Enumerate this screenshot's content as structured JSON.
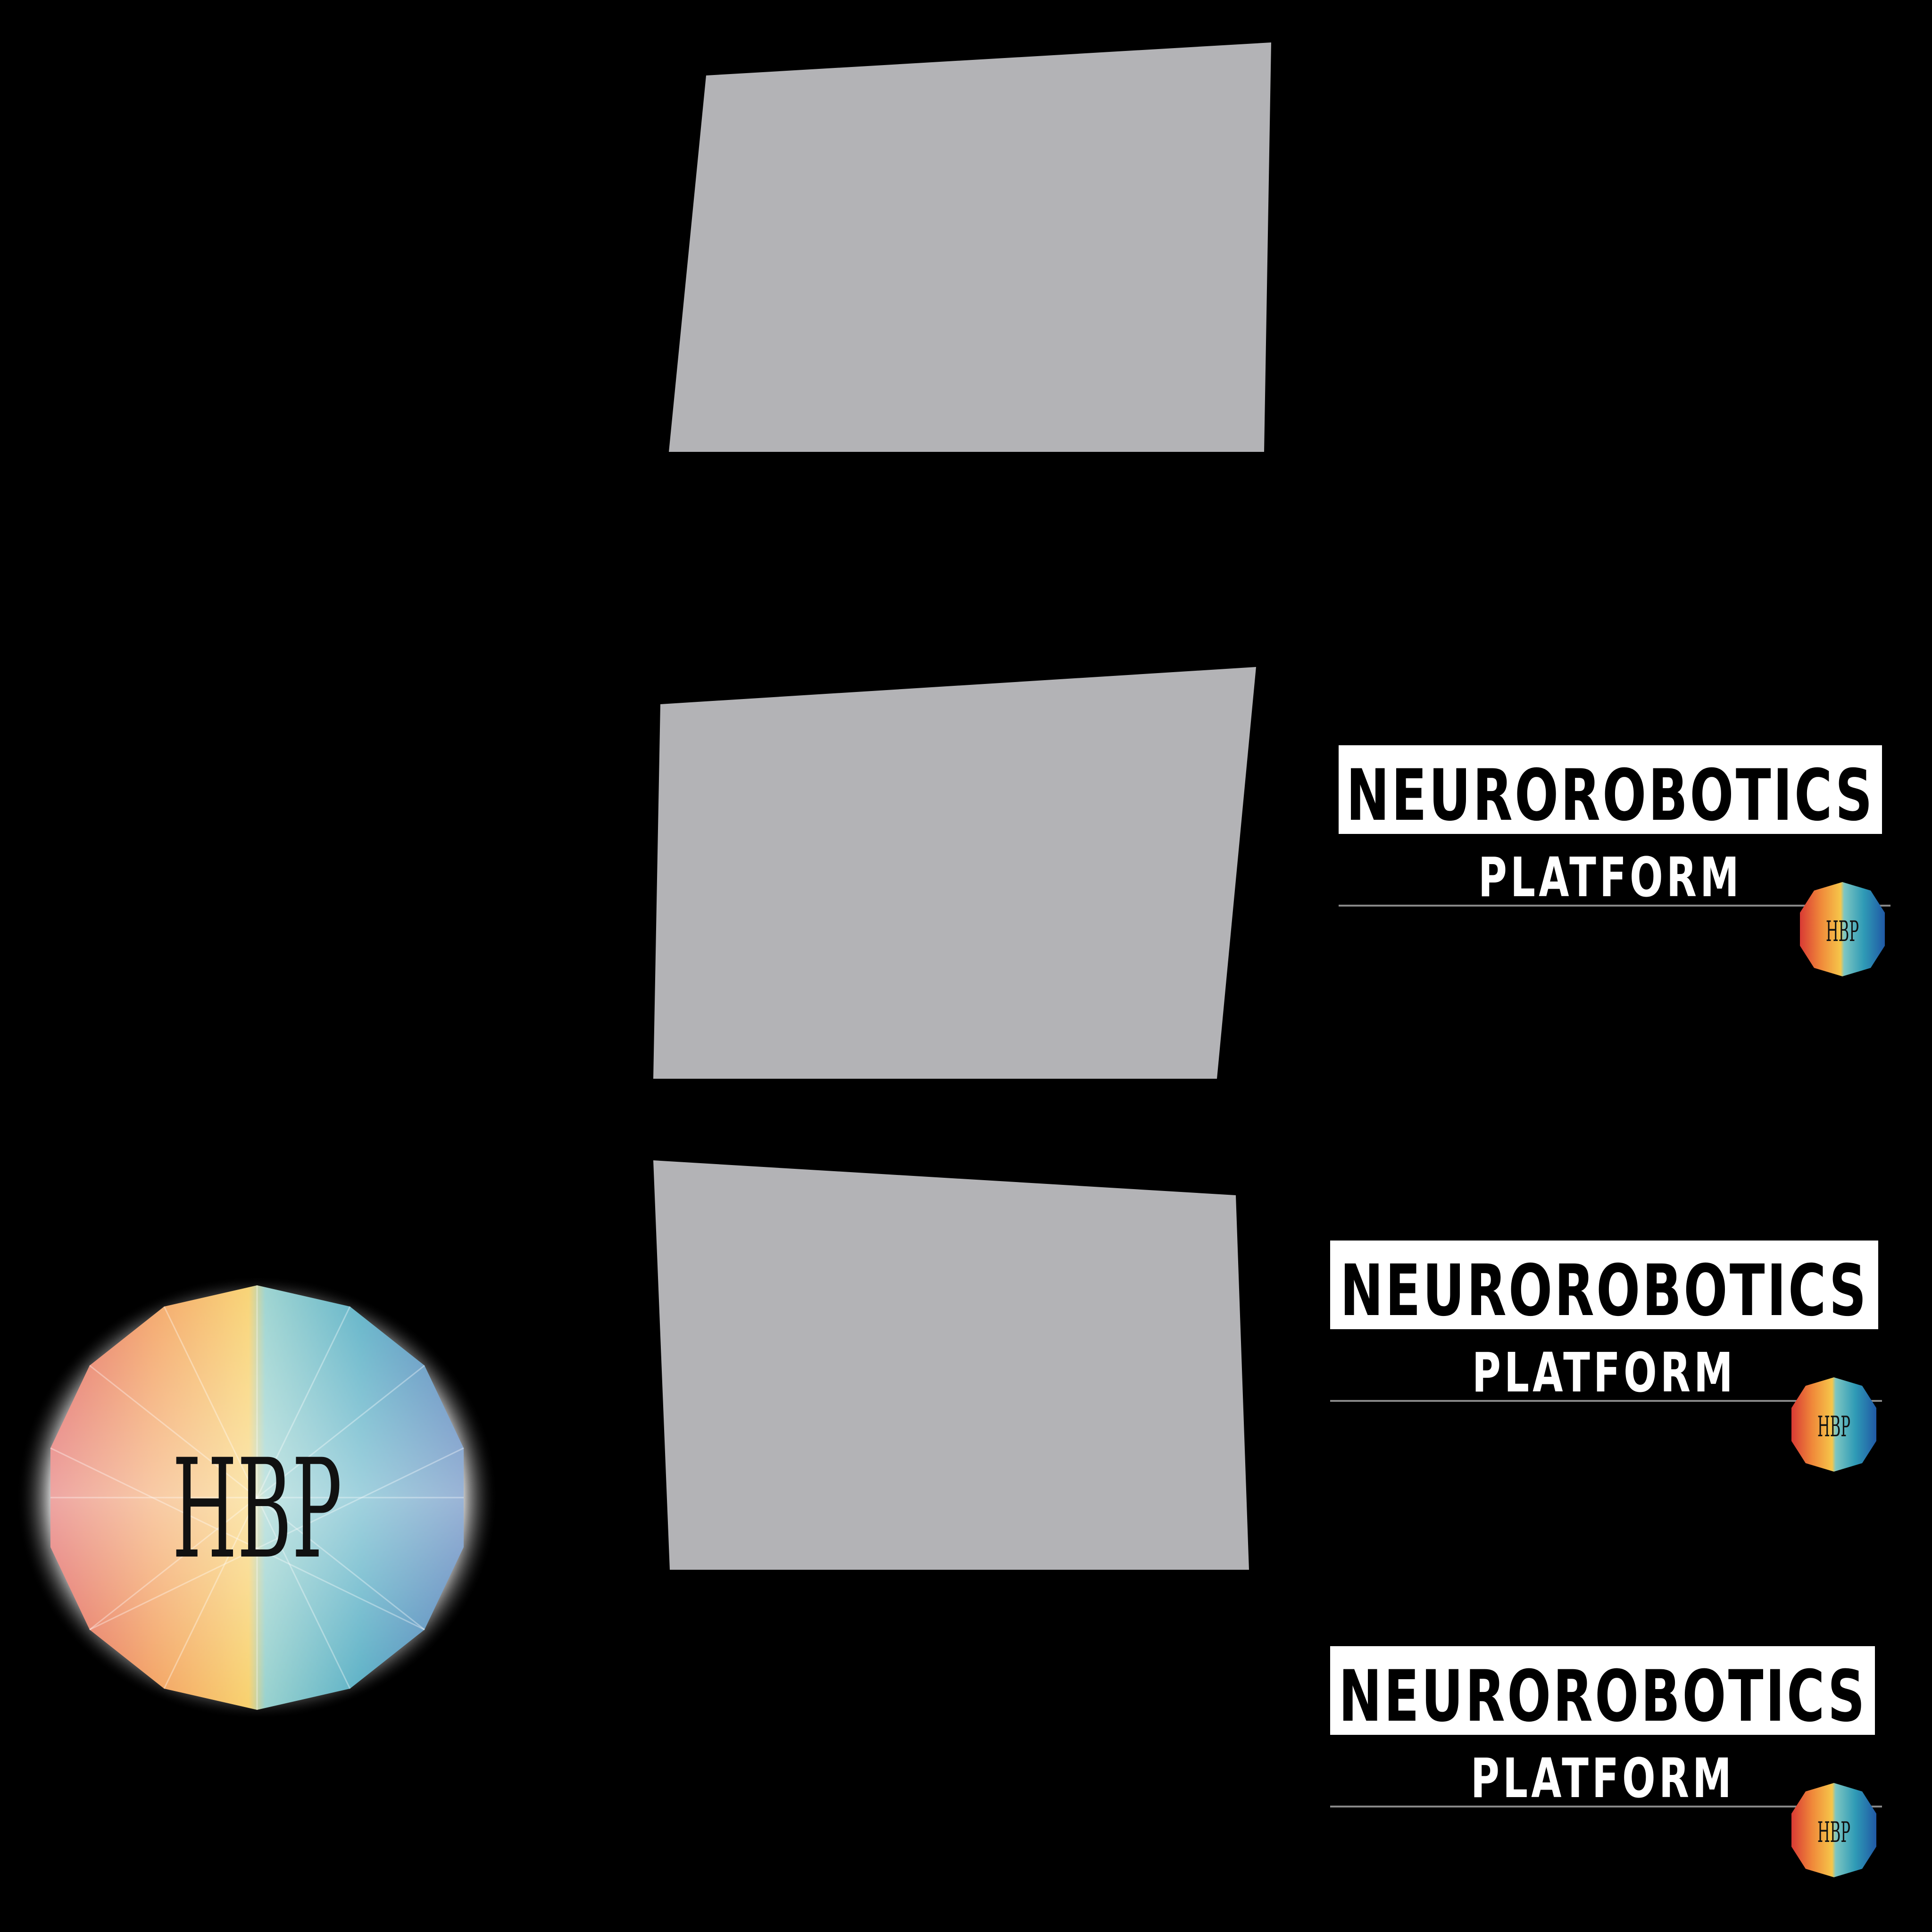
{
  "background_color": "#000000",
  "screen_panel_color": "#b3b3b6",
  "hbp_logo": {
    "letters": "HBP",
    "icon": "hbp-brain-logo-icon",
    "colors": [
      "#d93a34",
      "#f08a3a",
      "#f6c64a",
      "#7ec6c2",
      "#2f9bb6",
      "#2059a5"
    ]
  },
  "screen_panels": [
    {
      "name": "screen-panel-top",
      "color": "#b3b3b6"
    },
    {
      "name": "screen-panel-middle",
      "color": "#b3b3b6"
    },
    {
      "name": "screen-panel-bottom",
      "color": "#b3b3b6"
    }
  ],
  "nrp_logos": [
    {
      "title": "NEUROROBOTICS",
      "subtitle": "PLATFORM",
      "badge": "HBP"
    },
    {
      "title": "NEUROROBOTICS",
      "subtitle": "PLATFORM",
      "badge": "HBP"
    },
    {
      "title": "NEUROROBOTICS",
      "subtitle": "PLATFORM",
      "badge": "HBP"
    }
  ]
}
